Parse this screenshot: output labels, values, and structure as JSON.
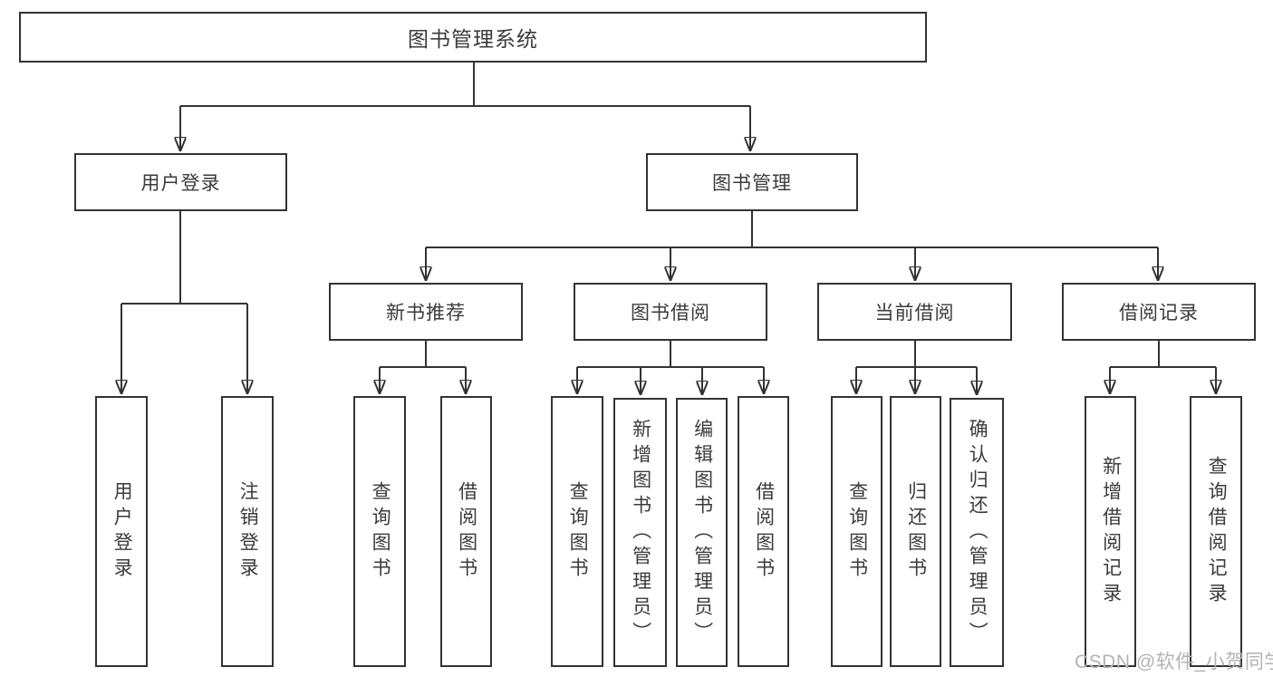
{
  "diagram": {
    "root": {
      "label": "图书管理系统"
    },
    "user_login_branch": {
      "label": "用户登录",
      "children": [
        {
          "label": "用户登录"
        },
        {
          "label": "注销登录"
        }
      ]
    },
    "book_management_branch": {
      "label": "图书管理",
      "groups": [
        {
          "label": "新书推荐",
          "children": [
            {
              "label": "查询图书"
            },
            {
              "label": "借阅图书"
            }
          ]
        },
        {
          "label": "图书借阅",
          "children": [
            {
              "label": "查询图书"
            },
            {
              "label": "新增图书（管理员）"
            },
            {
              "label": "编辑图书（管理员）"
            },
            {
              "label": "借阅图书"
            }
          ]
        },
        {
          "label": "当前借阅",
          "children": [
            {
              "label": "查询图书"
            },
            {
              "label": "归还图书"
            },
            {
              "label": "确认归还（管理员）"
            }
          ]
        },
        {
          "label": "借阅记录",
          "children": [
            {
              "label": "新增借阅记录"
            },
            {
              "label": "查询借阅记录"
            }
          ]
        }
      ]
    }
  },
  "watermark": "CSDN @软件_小贺同学",
  "colors": {
    "line": "#333333",
    "text": "#3b3b3b",
    "background": "#ffffff",
    "watermark": "#b3b3b3"
  }
}
